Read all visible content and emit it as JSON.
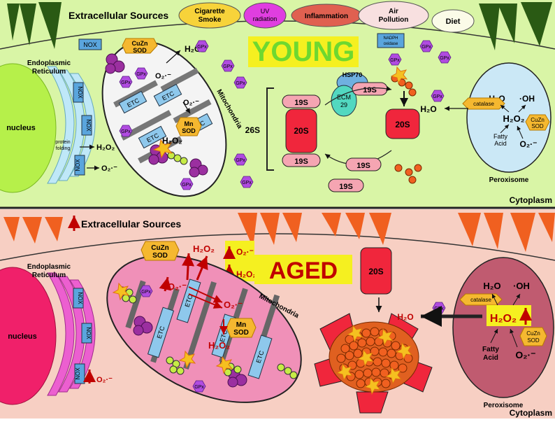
{
  "colors": {
    "young_bg": "#d9f5a6",
    "aged_bg": "#f7cfc3",
    "nucleus_young": "#b6f04a",
    "nucleus_aged": "#f0206a",
    "er_young": "#bfe8f8",
    "er_aged": "#ec5fd0",
    "mito_young": "#f4f4f4",
    "mito_aged": "#f090b8",
    "proteasome": "#f0263c",
    "peroxisome_young": "#cbe8f6",
    "peroxisome_aged": "#c05b70",
    "highlight": "#f5f020",
    "arrow_red": "#c00000"
  },
  "young": {
    "extracellular_label": "Extracellular Sources",
    "sources": {
      "cigarette": "Cigarette Smoke",
      "uv": "UV radiation",
      "inflammation": "Inflammation",
      "air": "Air Pollution",
      "diet": "Diet"
    },
    "title": "YOUNG",
    "nox_top": "NOX",
    "nadph": "NADPH oxidase",
    "er_label": "Endoplasmic Reticulum",
    "nucleus": "nucleus",
    "nox_er": "NOX",
    "protein_folding": "protein folding",
    "h2o2_er": "H₂O₂",
    "o2_er": "O₂·⁻",
    "cuzn_sod": "CuZn SOD",
    "h2o2_mito_top": "H₂O₂",
    "o2_mito": "O₂·⁻",
    "mn_sod": "Mn SOD",
    "h2o2_mito_bottom": "H₂O₂",
    "mito_label": "Mitochondria",
    "etc": "ETC",
    "gpx": "GPx",
    "proteasome_26s": "26S",
    "proteasome_19s": "19S",
    "proteasome_20s": "20S",
    "hsp70": "HSP70",
    "ecm29": "ECM 29",
    "h2o_cyto": "H₂O",
    "peroxisome_label": "Peroxisome",
    "perox_h2o": "H₂O",
    "perox_oh": "·OH",
    "catalase": "catalase",
    "perox_h2o2": "H₂O₂",
    "fatty_acid": "Fatty Acid",
    "perox_o2": "O₂·⁻",
    "cytoplasm": "Cytoplasm"
  },
  "aged": {
    "extracellular_label": "Extracellular Sources",
    "title": "AGED",
    "o2_up": "O₂·⁻",
    "h2o2_up": "H₂O₂",
    "er_label": "Endoplasmic Reticulum",
    "nucleus": "nucleus",
    "nox_er": "NOX",
    "o2_er": "O₂·⁻",
    "cuzn_sod": "CuZn SOD",
    "h2o2_mito_top": "H₂O₂",
    "o2_mito": "O₂·⁻",
    "o2_mito_right": "O₂·⁻",
    "mn_sod": "Mn SOD",
    "h2o2_mito_bottom": "H₂O₂",
    "mito_label": "Mitochondria",
    "etc": "ETC",
    "gpx": "GPx",
    "proteasome_20s": "20S",
    "h2o_cyto": "H₂O",
    "peroxisome_label": "Peroxisome",
    "perox_h2o": "H₂O",
    "perox_oh": "·OH",
    "catalase": "catalase",
    "perox_h2o2": "H₂O₂",
    "fatty_acid": "Fatty Acid",
    "perox_o2": "O₂·⁻",
    "cuzn_perox": "CuZn SOD",
    "cytoplasm": "Cytoplasm"
  }
}
